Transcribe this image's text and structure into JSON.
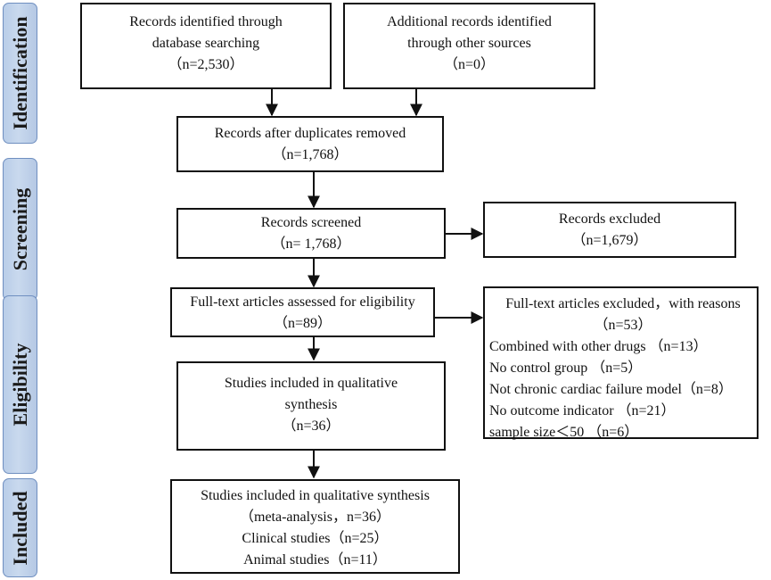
{
  "stages": {
    "identification": "Identification",
    "screening": "Screening",
    "eligibility": "Eligibility",
    "included": "Included"
  },
  "boxes": {
    "database_search": {
      "lines": [
        "Records identified through",
        "database searching",
        "（n=2,530）"
      ]
    },
    "other_sources": {
      "lines": [
        "Additional records identified",
        "through other sources",
        "（n=0）"
      ]
    },
    "duplicates_removed": {
      "lines": [
        "Records after duplicates removed",
        "（n=1,768）"
      ]
    },
    "screened": {
      "lines": [
        "Records screened",
        "（n= 1,768）"
      ]
    },
    "excluded": {
      "lines": [
        "Records excluded",
        "（n=1,679）"
      ]
    },
    "fulltext_assessed": {
      "lines": [
        "Full-text articles assessed for eligibility",
        "（n=89）"
      ]
    },
    "fulltext_excluded": {
      "lines": [
        "Full-text articles excluded，with reasons",
        "（n=53）"
      ],
      "reasons": [
        "Combined with other drugs （n=13）",
        "No control group （n=5）",
        "Not chronic cardiac failure model（n=8）",
        "No outcome indicator （n=21）",
        "sample size＜50 （n=6）"
      ]
    },
    "qualitative": {
      "lines": [
        "Studies included in qualitative",
        "synthesis",
        "（n=36）"
      ]
    },
    "quantitative": {
      "lines": [
        "Studies included in qualitative synthesis",
        "（meta-analysis，n=36）",
        "Clinical studies（n=25）",
        "Animal studies（n=11）"
      ]
    }
  }
}
